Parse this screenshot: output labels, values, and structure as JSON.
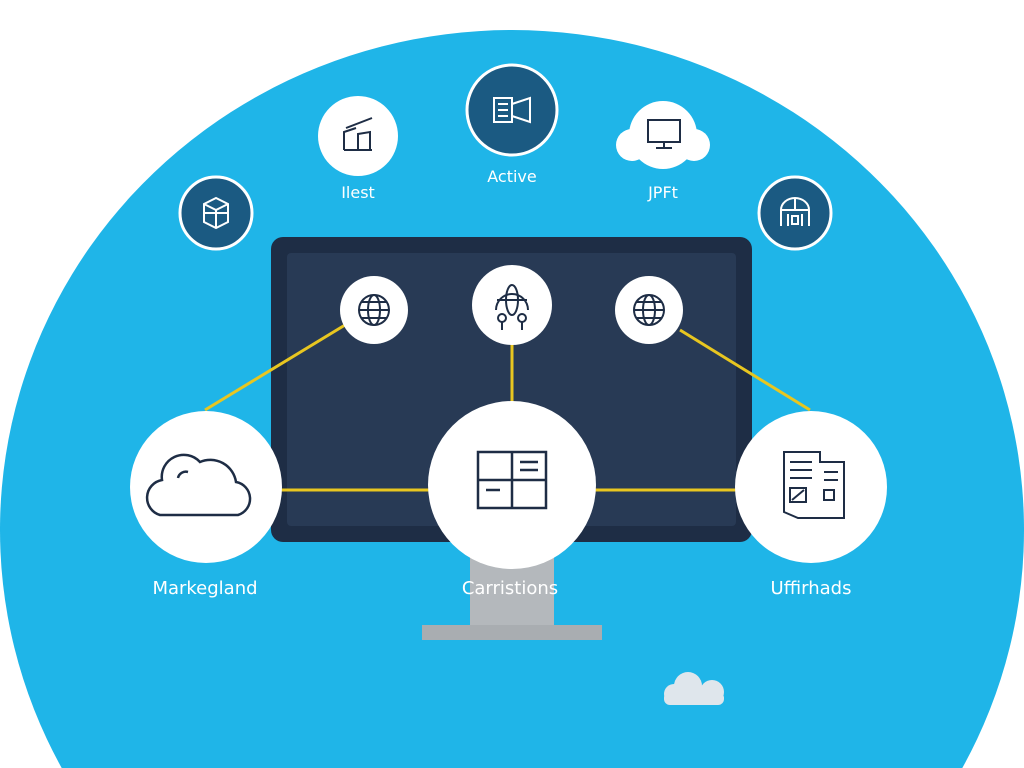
{
  "colors": {
    "background_blob": "#1fb5e8",
    "monitor": "#1e2d45",
    "screen": "#283a55",
    "connector": "#e8c620",
    "dark_node": "#1b5a82",
    "icon_stroke": "#1e2d45"
  },
  "top_nodes": [
    {
      "label": "",
      "icon": "globe-cube-icon"
    },
    {
      "label": "Ilest",
      "icon": "chart-growth-icon"
    },
    {
      "label": "Active",
      "icon": "video-document-icon"
    },
    {
      "label": "JPFt",
      "icon": "cloud-monitor-icon"
    },
    {
      "label": "",
      "icon": "dome-building-icon"
    }
  ],
  "screen_nodes": [
    {
      "icon": "globe-icon"
    },
    {
      "icon": "globe-network-icon"
    },
    {
      "icon": "globe-icon"
    }
  ],
  "bottom_nodes": [
    {
      "label": "Markegland",
      "icon": "cloud-icon"
    },
    {
      "label": "Carristions",
      "icon": "layout-grid-icon"
    },
    {
      "label": "Uffirhads",
      "icon": "document-icon"
    }
  ]
}
